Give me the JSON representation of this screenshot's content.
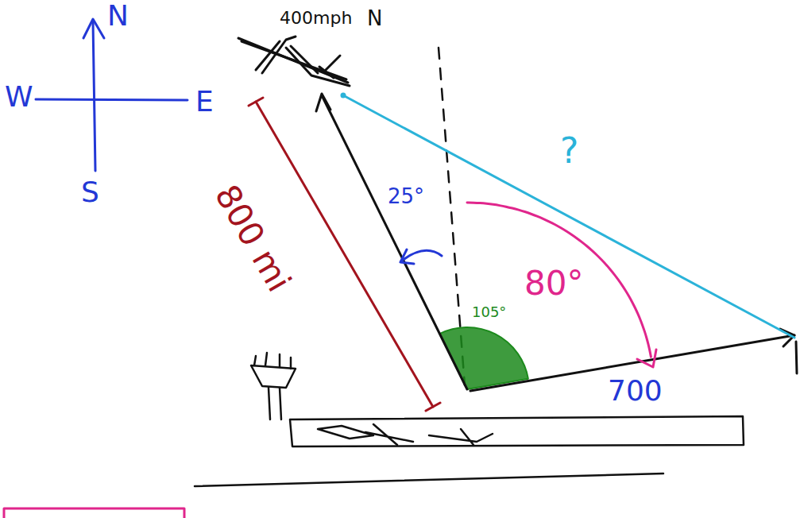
{
  "diagram": {
    "labels": [
      "N",
      "W",
      "E",
      "S",
      "400mph",
      "N",
      "800 mi",
      "25°",
      "80°",
      "105°",
      "700",
      "?"
    ]
  }
}
